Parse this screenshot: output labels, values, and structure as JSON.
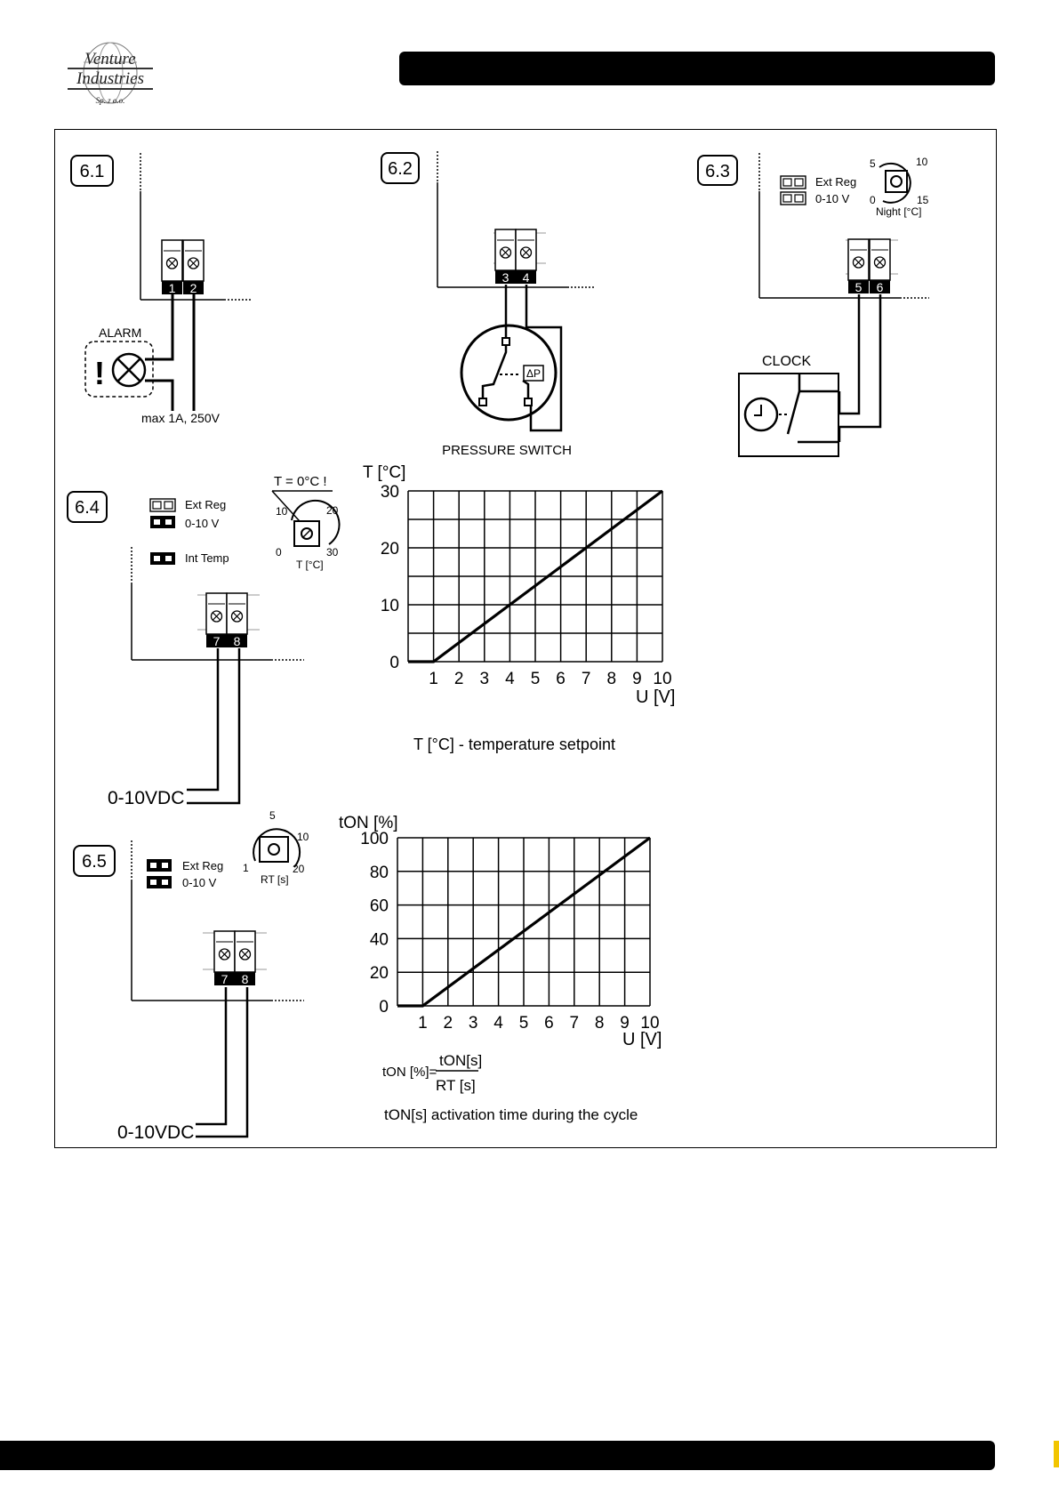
{
  "logo": {
    "line1": "Venture",
    "line2": "Industries",
    "line3": "Sp. z o.o."
  },
  "sections": {
    "s61": {
      "label": "6.1",
      "alarm": "ALARM",
      "terminal_a": "1",
      "terminal_b": "2",
      "rating": "max 1A, 250V"
    },
    "s62": {
      "label": "6.2",
      "terminal_a": "3",
      "terminal_b": "4",
      "switch_label": "PRESSURE SWITCH",
      "dp": "ΔP"
    },
    "s63": {
      "label": "6.3",
      "jumper_label_1": "Ext Reg",
      "jumper_label_2": "0-10 V",
      "knob_min": "0",
      "knob_5": "5",
      "knob_10": "10",
      "knob_max": "15",
      "knob_label": "Night [°C]",
      "clock_label": "CLOCK",
      "terminal_a": "5",
      "terminal_b": "6"
    },
    "s64": {
      "label": "6.4",
      "jumper_label_1": "Ext Reg",
      "jumper_label_2": "0-10 V",
      "jumper_label_3": "Int Temp",
      "note": "T = 0°C !",
      "knob_min": "0",
      "knob_10": "10",
      "knob_20": "20",
      "knob_max": "30",
      "knob_label": "T [°C]",
      "terminal_a": "7",
      "terminal_b": "8",
      "input": "0-10VDC",
      "caption": "T [°C] -  temperature setpoint"
    },
    "s65": {
      "label": "6.5",
      "jumper_label_1": "Ext Reg",
      "jumper_label_2": "0-10 V",
      "knob_min": "1",
      "knob_5": "5",
      "knob_10": "10",
      "knob_max": "20",
      "knob_label": "RT [s]",
      "terminal_a": "7",
      "terminal_b": "8",
      "input": "0-10VDC",
      "formula_left": "tON [%]=",
      "formula_num": "tON[s]",
      "formula_den": "RT [s]",
      "caption": "tON[s]  activation time during the cycle"
    }
  },
  "chart_data": [
    {
      "type": "line",
      "ylabel": "T [°C]",
      "xlabel": "U [V]",
      "x_ticks": [
        1,
        2,
        3,
        4,
        5,
        6,
        7,
        8,
        9,
        10
      ],
      "y_ticks": [
        0,
        10,
        20,
        30
      ],
      "xlim": [
        0,
        10
      ],
      "ylim": [
        0,
        30
      ],
      "grid": true,
      "x": [
        0,
        1,
        10
      ],
      "y": [
        0,
        0,
        30
      ]
    },
    {
      "type": "line",
      "ylabel": "tON [%]",
      "xlabel": "U [V]",
      "x_ticks": [
        1,
        2,
        3,
        4,
        5,
        6,
        7,
        8,
        9,
        10
      ],
      "y_ticks": [
        0,
        20,
        40,
        60,
        80,
        100
      ],
      "xlim": [
        0,
        10
      ],
      "ylim": [
        0,
        100
      ],
      "grid": true,
      "x": [
        0,
        1,
        10
      ],
      "y": [
        0,
        0,
        100
      ]
    }
  ]
}
